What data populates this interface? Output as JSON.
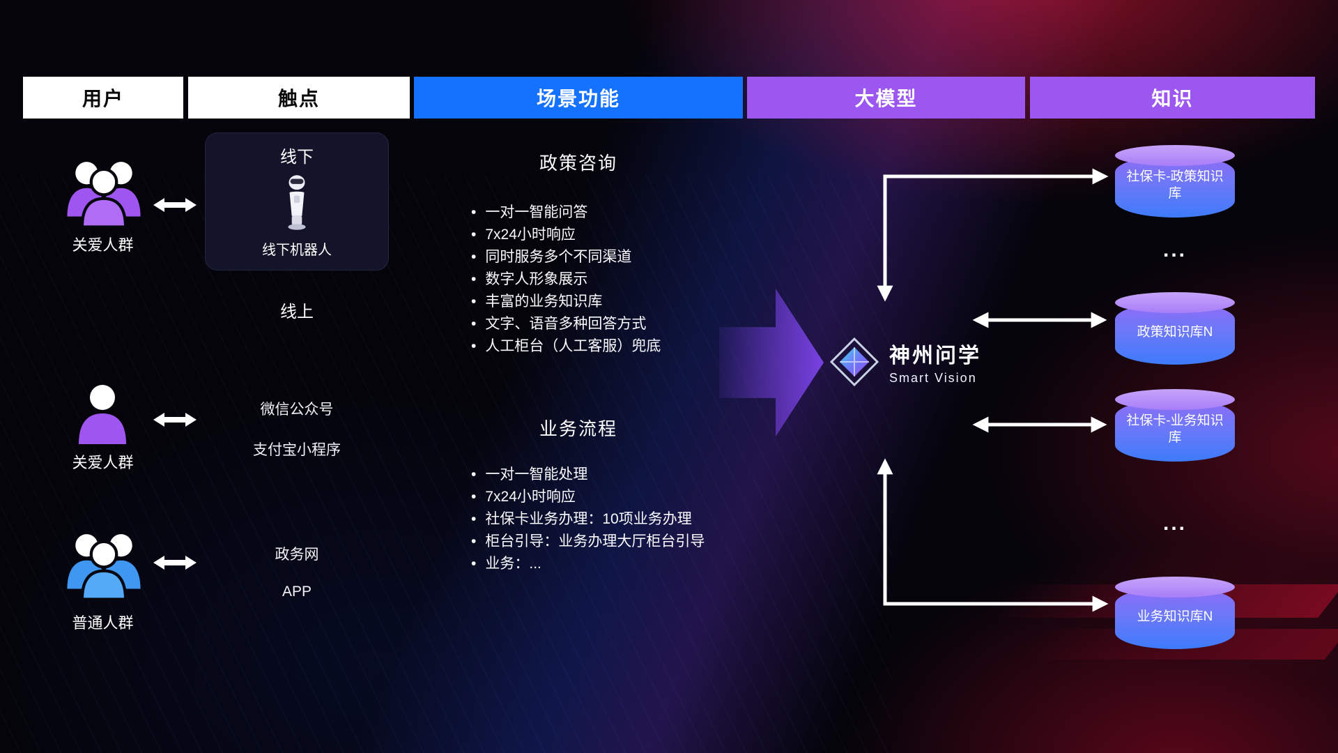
{
  "colors": {
    "scene_header_bg": "#1472ff",
    "model_header_bg": "#9c57f0",
    "knowledge_header_bg": "#9c57f0",
    "db_cap": "#b18af8",
    "db_body_top": "#8f6cf5",
    "db_body_bottom": "#3e7bfa",
    "user_purple": "#9f55ef",
    "user_blue": "#3f97f2",
    "arrow_white": "#ffffff",
    "flow_arrow_purple": "#8448f8",
    "bg_red_glow": "#dc1838"
  },
  "icons": {
    "user_group": "group-people-icon",
    "user_single": "person-icon",
    "bidirectional": "left-right-arrow-icon",
    "robot": "robot-icon",
    "flow": "big-right-arrow",
    "logo": "diamond-logo-icon",
    "database": "database-cylinder-icon"
  },
  "header": {
    "users": "用户",
    "touchpoints": "触点",
    "scenes": "场景功能",
    "model": "大模型",
    "knowledge": "知识"
  },
  "users": {
    "group1_label": "关爱人群",
    "group2_label": "关爱人群",
    "group3_label": "普通人群"
  },
  "touchpoints": {
    "offline_title": "线下",
    "offline_robot": "线下机器人",
    "online_title": "线上",
    "wechat": "微信公众号",
    "alipay": "支付宝小程序",
    "gov_web": "政务网",
    "app": "APP"
  },
  "scenes": {
    "policy": {
      "title": "政策咨询",
      "items": [
        "一对一智能问答",
        "7x24小时响应",
        "同时服务多个不同渠道",
        "数字人形象展示",
        "丰富的业务知识库",
        "文字、语音多种回答方式",
        "人工柜台（人工客服）兜底"
      ]
    },
    "business": {
      "title": "业务流程",
      "items": [
        "一对一智能处理",
        "7x24小时响应",
        "社保卡业务办理：10项业务办理",
        "柜台引导：业务办理大厅柜台引导",
        "业务：..."
      ]
    }
  },
  "model": {
    "name": "神州问学",
    "subtitle": "Smart Vision"
  },
  "knowledge": {
    "db1": "社保卡-政策知识库",
    "ellipsis1": "...",
    "db2": "政策知识库N",
    "db3": "社保卡-业务知识库",
    "ellipsis2": "...",
    "db4": "业务知识库N"
  }
}
